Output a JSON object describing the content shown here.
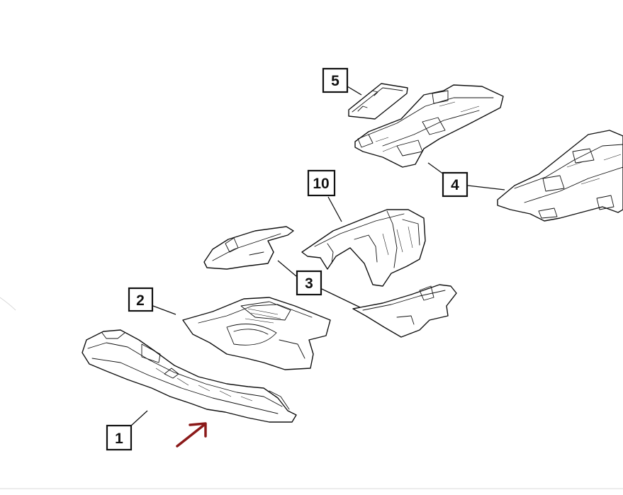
{
  "callouts": [
    {
      "id": "1",
      "label": "1"
    },
    {
      "id": "2",
      "label": "2"
    },
    {
      "id": "3",
      "label": "3"
    },
    {
      "id": "4",
      "label": "4"
    },
    {
      "id": "5",
      "label": "5"
    },
    {
      "id": "10",
      "label": "10"
    }
  ],
  "colors": {
    "line": "#111111",
    "highlight_arrow": "#8b1a1a",
    "background": "#ffffff"
  }
}
